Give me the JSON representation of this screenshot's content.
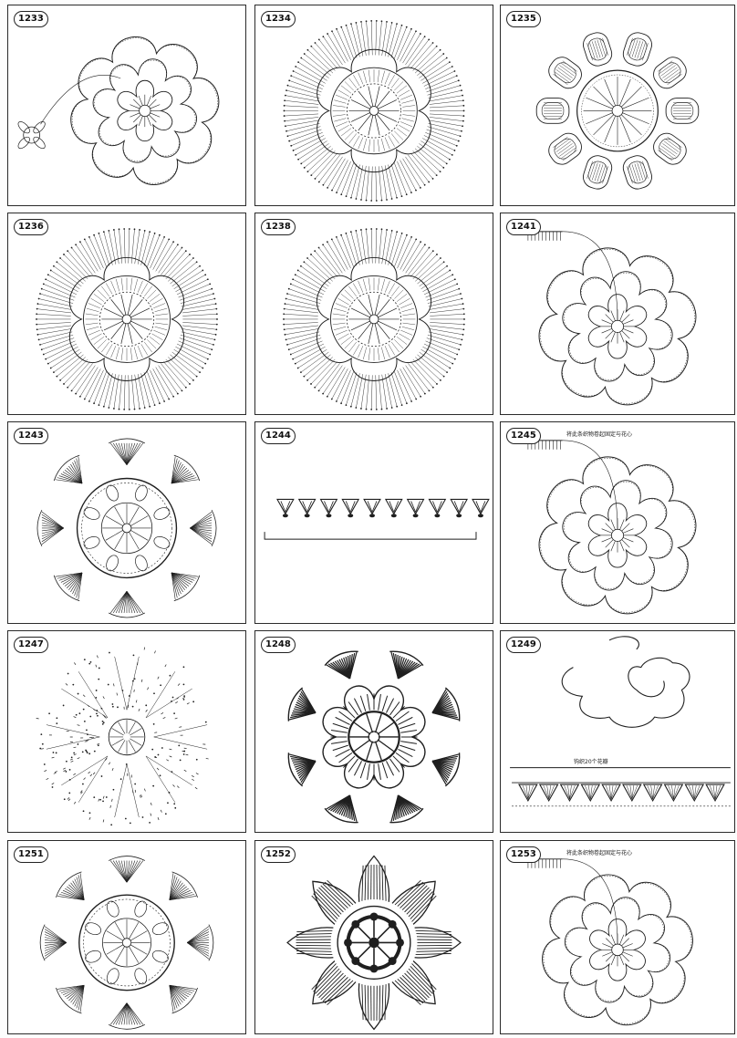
{
  "page": {
    "header_fragment": ""
  },
  "patterns": [
    {
      "number": "1233",
      "note": ""
    },
    {
      "number": "1234",
      "note": ""
    },
    {
      "number": "1235",
      "note": ""
    },
    {
      "number": "1236",
      "note": ""
    },
    {
      "number": "1238",
      "note": ""
    },
    {
      "number": "1241",
      "note": ""
    },
    {
      "number": "1243",
      "note": ""
    },
    {
      "number": "1244",
      "note": ""
    },
    {
      "number": "1245",
      "note": "将此条织物卷起固定与花心"
    },
    {
      "number": "1247",
      "note": ""
    },
    {
      "number": "1248",
      "note": ""
    },
    {
      "number": "1249",
      "note": "钩织20个花瓣"
    },
    {
      "number": "1251",
      "note": ""
    },
    {
      "number": "1252",
      "note": ""
    },
    {
      "number": "1253",
      "note": "将此条织物卷起固定与花心"
    }
  ],
  "colors": {
    "ink": "#1f1f1f",
    "paper": "#ffffff",
    "frame": "#2a2a2a"
  }
}
